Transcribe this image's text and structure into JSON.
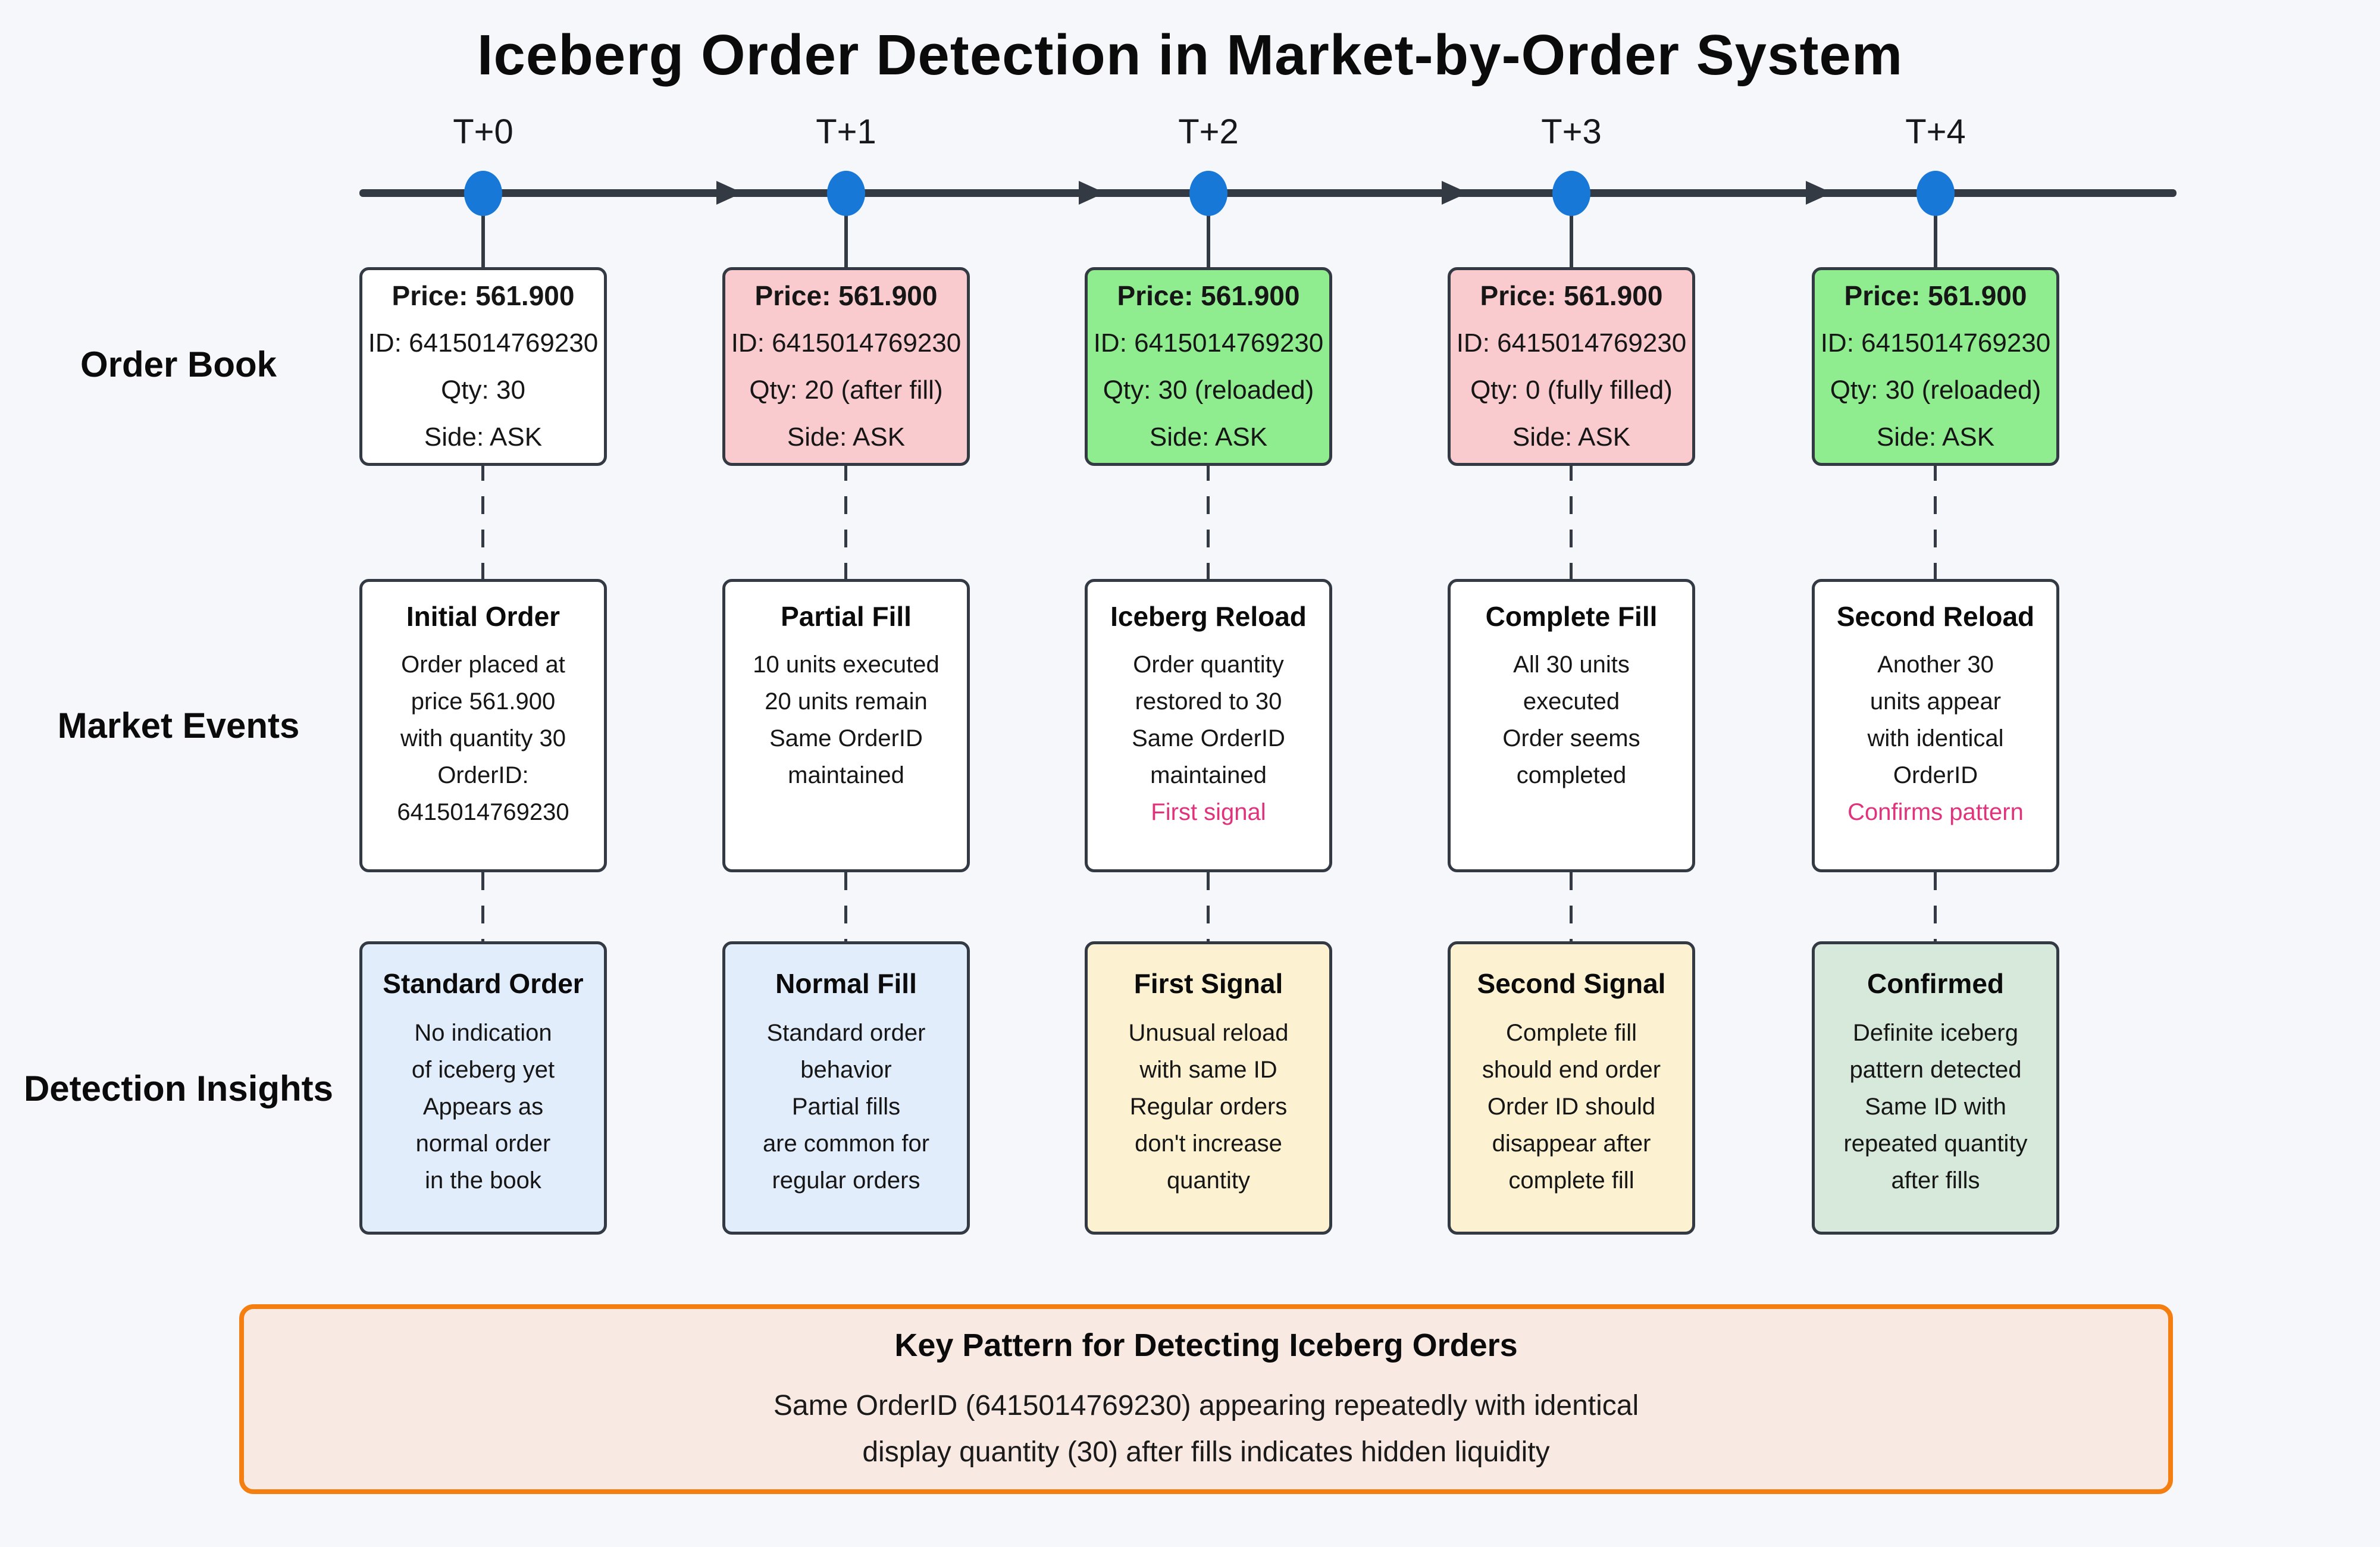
{
  "title": "Iceberg Order Detection in Market-by-Order System",
  "timeline": {
    "labels": [
      "T+0",
      "T+1",
      "T+2",
      "T+3",
      "T+4"
    ]
  },
  "rows": {
    "order_book_label": "Order Book",
    "market_events_label": "Market Events",
    "detection_insights_label": "Detection Insights"
  },
  "order_book": [
    {
      "price": "Price: 561.900",
      "id": "ID: 6415014769230",
      "qty": "Qty: 30",
      "side": "Side: ASK"
    },
    {
      "price": "Price: 561.900",
      "id": "ID: 6415014769230",
      "qty": "Qty: 20 (after fill)",
      "side": "Side: ASK"
    },
    {
      "price": "Price: 561.900",
      "id": "ID: 6415014769230",
      "qty": "Qty: 30 (reloaded)",
      "side": "Side: ASK"
    },
    {
      "price": "Price: 561.900",
      "id": "ID: 6415014769230",
      "qty": "Qty: 0 (fully filled)",
      "side": "Side: ASK"
    },
    {
      "price": "Price: 561.900",
      "id": "ID: 6415014769230",
      "qty": "Qty: 30 (reloaded)",
      "side": "Side: ASK"
    }
  ],
  "market_events": [
    {
      "title": "Initial Order",
      "lines": [
        "Order placed at",
        "price 561.900",
        "with quantity 30",
        "OrderID:",
        "6415014769230"
      ]
    },
    {
      "title": "Partial Fill",
      "lines": [
        "10 units executed",
        "20 units remain",
        "Same OrderID",
        "maintained"
      ]
    },
    {
      "title": "Iceberg Reload",
      "lines": [
        "Order quantity",
        "restored to 30",
        "Same OrderID",
        "maintained"
      ],
      "signal": "First signal"
    },
    {
      "title": "Complete Fill",
      "lines": [
        "All 30 units",
        "executed",
        "Order seems",
        "completed"
      ]
    },
    {
      "title": "Second Reload",
      "lines": [
        "Another 30",
        "units appear",
        "with identical",
        "OrderID"
      ],
      "signal": "Confirms pattern"
    }
  ],
  "detection_insights": [
    {
      "title": "Standard Order",
      "lines": [
        "No indication",
        "of iceberg yet",
        "Appears as",
        "normal order",
        "in the book"
      ]
    },
    {
      "title": "Normal Fill",
      "lines": [
        "Standard order",
        "behavior",
        "Partial fills",
        "are common for",
        "regular orders"
      ]
    },
    {
      "title": "First Signal",
      "lines": [
        "Unusual reload",
        "with same ID",
        "Regular orders",
        "don't increase",
        "quantity"
      ]
    },
    {
      "title": "Second Signal",
      "lines": [
        "Complete fill",
        "should end order",
        "Order ID should",
        "disappear after",
        "complete fill"
      ]
    },
    {
      "title": "Confirmed",
      "lines": [
        "Definite iceberg",
        "pattern detected",
        "Same ID with",
        "repeated quantity",
        "after fills"
      ]
    }
  ],
  "key_pattern": {
    "title": "Key Pattern for Detecting Iceberg Orders",
    "line1": "Same OrderID (6415014769230) appearing repeatedly with identical",
    "line2": "display quantity (30) after fills indicates hidden liquidity"
  },
  "colors": {
    "background": "#F5F7FA",
    "node_border": "#333A44",
    "timeline_line": "#333A44",
    "timeline_dot": "#1878D8",
    "fill_white": "#FFFFFF",
    "fill_pink": "#FACBCE",
    "fill_green": "#8FEC8F",
    "fill_blue": "#E2EDFB",
    "fill_yellow": "#FCF2D2",
    "fill_light_green": "#D7E9DB",
    "key_panel_fill": "#F8EAE2",
    "key_panel_border": "#F57E11",
    "signal_text": "#E0337C"
  }
}
